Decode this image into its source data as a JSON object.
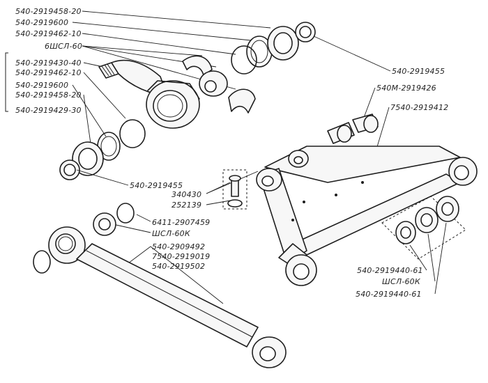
{
  "labels": {
    "tl1": "540-2919458-20",
    "tl2": "540-2919600",
    "tl3": "540-2919462-10",
    "tl4": "6ШСЛ-60",
    "tl5": "540-2919430-40",
    "tl6": "540-2919462-10",
    "tl7": "540-2919600",
    "tl8": "540-2919458-20",
    "tl9": "540-2919429-30",
    "tr1": "540-2919455",
    "tr2": "540М-2919426",
    "tr3": "7540-2919412",
    "ml1": "540-2919455",
    "ml2": "340430",
    "ml3": "252139",
    "ml4": "6411-2907459",
    "ml5": "ШСЛ-60К",
    "ml6": "540-2909492",
    "ml7": "7540-2919019",
    "ml8": "540-2919502",
    "br1": "540-2919440-61",
    "br2": "ШСЛ-60К",
    "br3": "540-2919440-61"
  }
}
